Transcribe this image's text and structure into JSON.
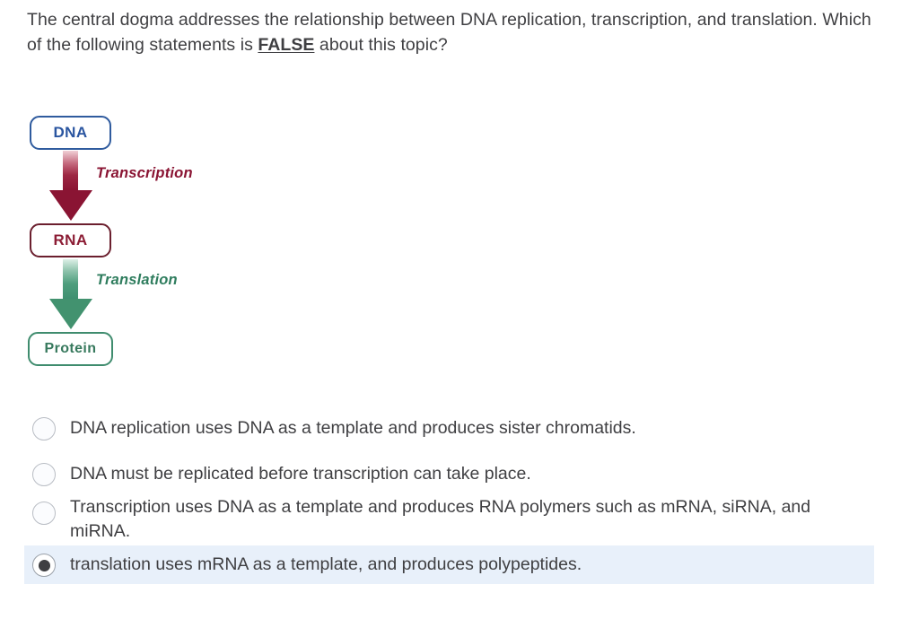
{
  "question": {
    "text_before": "The central dogma addresses the relationship between DNA replication, transcription, and translation. Which of the following statements is ",
    "emphasis": "FALSE",
    "text_after": " about this topic?"
  },
  "diagram": {
    "name": "central-dogma",
    "nodes": [
      {
        "id": "dna",
        "label": "DNA",
        "border_color": "#2f5b9e",
        "text_color": "#2a55a0"
      },
      {
        "id": "rna",
        "label": "RNA",
        "border_color": "#6b1f2e",
        "text_color": "#8c1d35"
      },
      {
        "id": "protein",
        "label": "Protein",
        "border_color": "#3f8c6e",
        "text_color": "#37795d"
      }
    ],
    "arrows": [
      {
        "id": "transcription",
        "label": "Transcription",
        "from": "DNA",
        "to": "RNA",
        "color": "#8a1433"
      },
      {
        "id": "translation",
        "label": "Translation",
        "from": "RNA",
        "to": "Protein",
        "color": "#2f7d5e"
      }
    ]
  },
  "options": [
    {
      "id": "option-a",
      "label": "DNA replication uses DNA as a template and produces sister chromatids.",
      "selected": false
    },
    {
      "id": "option-b",
      "label": "DNA must be replicated before transcription can take place.",
      "selected": false
    },
    {
      "id": "option-c",
      "label": "Transcription uses DNA as a template and produces RNA polymers such as mRNA, siRNA, and miRNA.",
      "selected": false
    },
    {
      "id": "option-d",
      "label": "translation uses mRNA as a template, and produces polypeptides.",
      "selected": true
    }
  ],
  "colors": {
    "selected_row_background": "#e8f0fa",
    "body_text": "#3f3f42",
    "page_background": "#ffffff"
  }
}
